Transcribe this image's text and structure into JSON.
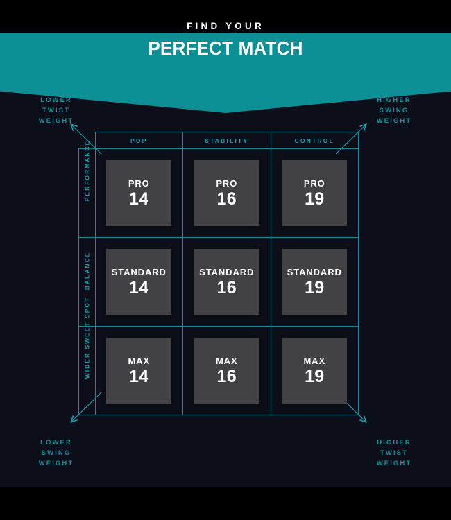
{
  "banner": {
    "eyebrow": "FIND YOUR",
    "headline": "PERFECT MATCH",
    "background_color": "#0d8f96"
  },
  "theme": {
    "page_background": "#000000",
    "stage_background": "#0c0e19",
    "accent_teal": "#0d8f96",
    "grid_line": "#1b8a9a",
    "label_teal": "#15919e",
    "tile_background": "#424244",
    "tile_text": "#ffffff"
  },
  "annotations": {
    "top_left": {
      "lines": [
        "LOWER",
        "TWIST",
        "WEIGHT"
      ],
      "arrow": "arrow-up-left"
    },
    "top_right": {
      "lines": [
        "HIGHER",
        "SWING",
        "WEIGHT"
      ],
      "arrow": "arrow-up-right"
    },
    "bottom_left": {
      "lines": [
        "LOWER",
        "SWING",
        "WEIGHT"
      ],
      "arrow": "arrow-down-left"
    },
    "bottom_right": {
      "lines": [
        "HIGHER",
        "TWIST",
        "WEIGHT"
      ],
      "arrow": "arrow-down-right"
    }
  },
  "matrix": {
    "columns": [
      "POP",
      "STABILITY",
      "CONTROL"
    ],
    "rows": [
      "PERFORMANCE",
      "BALANCE",
      "WIDER SWEET SPOT"
    ],
    "cells": [
      [
        {
          "model": "PRO",
          "number": "14"
        },
        {
          "model": "PRO",
          "number": "16"
        },
        {
          "model": "PRO",
          "number": "19"
        }
      ],
      [
        {
          "model": "STANDARD",
          "number": "14"
        },
        {
          "model": "STANDARD",
          "number": "16"
        },
        {
          "model": "STANDARD",
          "number": "19"
        }
      ],
      [
        {
          "model": "MAX",
          "number": "14"
        },
        {
          "model": "MAX",
          "number": "16"
        },
        {
          "model": "MAX",
          "number": "19"
        }
      ]
    ]
  }
}
